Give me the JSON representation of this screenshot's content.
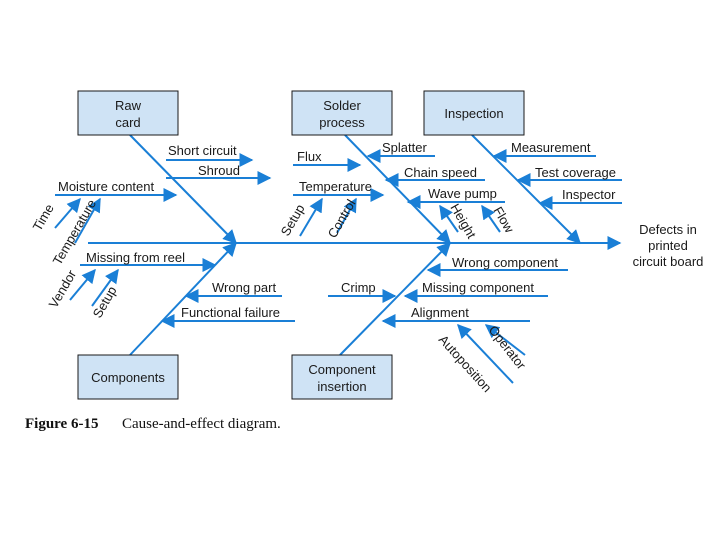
{
  "colors": {
    "arrow": "#1a7fd6",
    "box_fill": "#cfe3f5",
    "box_stroke": "#1a1a1a",
    "text": "#1a1a1a"
  },
  "effect": {
    "line1": "Defects in",
    "line2": "printed",
    "line3": "circuit board"
  },
  "categories": {
    "raw_card": {
      "line1": "Raw",
      "line2": "card"
    },
    "solder_process": {
      "line1": "Solder",
      "line2": "process"
    },
    "inspection": {
      "line1": "Inspection"
    },
    "components": {
      "line1": "Components"
    },
    "component_insertion": {
      "line1": "Component",
      "line2": "insertion"
    }
  },
  "causes": {
    "short_circuit": "Short circuit",
    "shroud": "Shroud",
    "moisture_content": "Moisture content",
    "time": "Time",
    "temperature_raw": "Temperature",
    "missing_from_reel": "Missing from reel",
    "vendor": "Vendor",
    "setup_components": "Setup",
    "wrong_part": "Wrong part",
    "functional_failure": "Functional failure",
    "flux": "Flux",
    "temperature_solder": "Temperature",
    "setup_solder": "Setup",
    "control": "Control",
    "splatter": "Splatter",
    "chain_speed": "Chain speed",
    "wave_pump": "Wave pump",
    "height": "Height",
    "flow": "Flow",
    "measurement": "Measurement",
    "test_coverage": "Test coverage",
    "inspector": "Inspector",
    "wrong_component": "Wrong component",
    "crimp": "Crimp",
    "missing_component": "Missing component",
    "alignment": "Alignment",
    "operator": "Operator",
    "autoposition": "Autoposition"
  },
  "caption": {
    "number": "Figure 6-15",
    "text": "Cause-and-effect diagram."
  }
}
